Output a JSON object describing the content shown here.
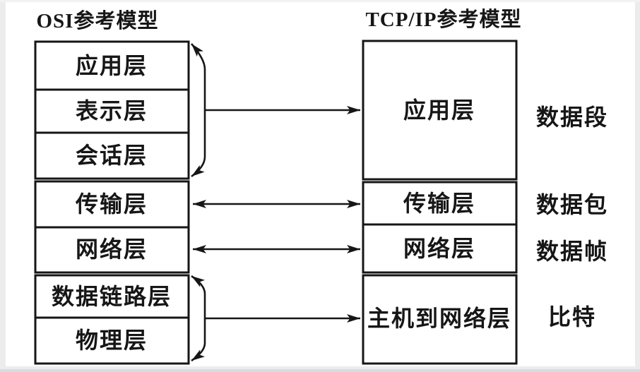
{
  "diagram": {
    "left_model": {
      "title": "OSI参考模型",
      "layers": [
        "应用层",
        "表示层",
        "会话层",
        "传输层",
        "网络层",
        "数据链路层",
        "物理层"
      ]
    },
    "right_model": {
      "title": "TCP/IP参考模型",
      "layers": [
        "应用层",
        "传输层",
        "网络层",
        "主机到网络层"
      ]
    },
    "data_units": [
      "数据段",
      "数据包",
      "数据帧",
      "比特"
    ],
    "colors": {
      "line": "#161616",
      "background": "#ffffff",
      "edge_shadow": "#ececec"
    }
  }
}
